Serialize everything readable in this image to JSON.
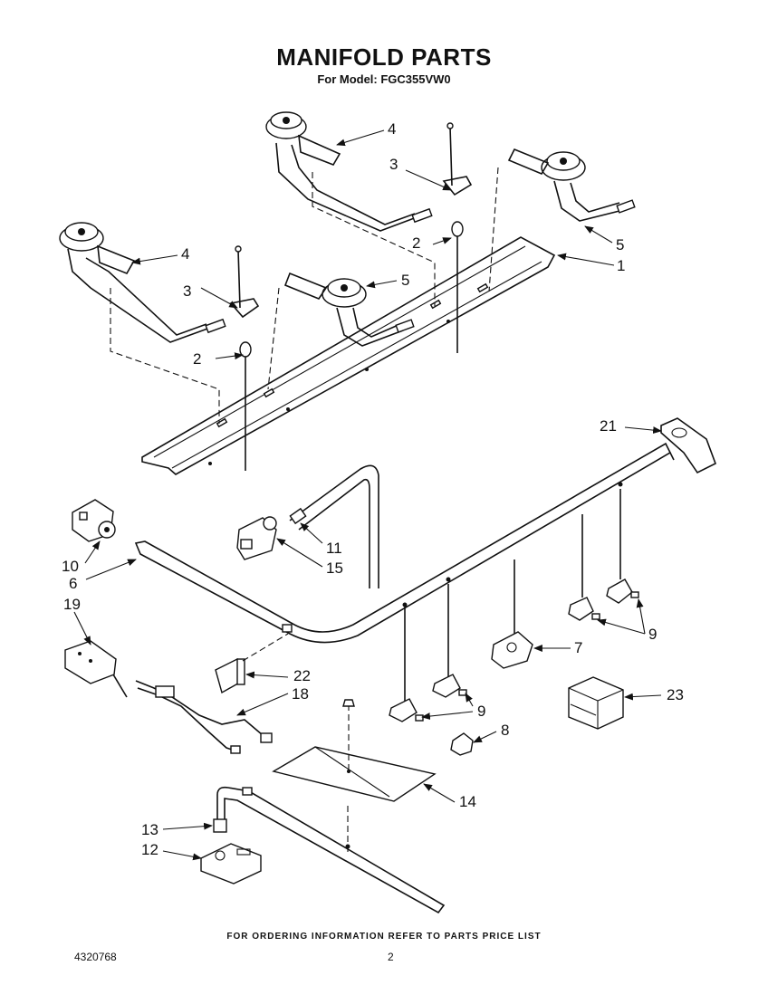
{
  "header": {
    "title": "MANIFOLD PARTS",
    "subtitle": "For Model: FGC355VW0"
  },
  "footer": {
    "note": "FOR ORDERING INFORMATION REFER TO PARTS PRICE LIST",
    "doc_number": "4320768",
    "page_number": "2"
  },
  "callouts": {
    "c1": "1",
    "c2a": "2",
    "c2b": "2",
    "c3a": "3",
    "c3b": "3",
    "c4a": "4",
    "c4b": "4",
    "c5a": "5",
    "c5b": "5",
    "c6": "6",
    "c7": "7",
    "c8": "8",
    "c9a": "9",
    "c9b": "9",
    "c10": "10",
    "c11": "11",
    "c12": "12",
    "c13": "13",
    "c14": "14",
    "c15": "15",
    "c18": "18",
    "c19": "19",
    "c21": "21",
    "c22": "22",
    "c23": "23"
  }
}
